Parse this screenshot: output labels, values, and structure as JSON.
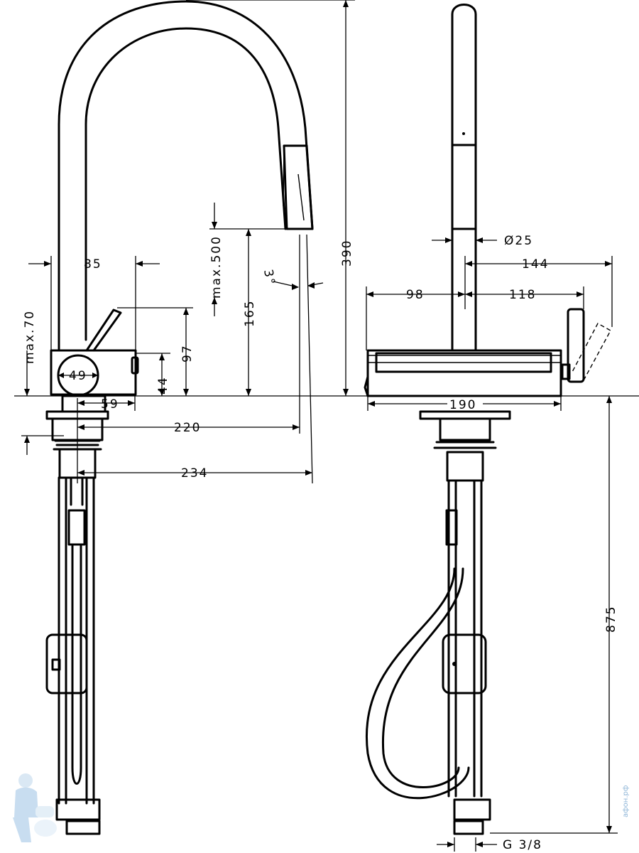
{
  "dimensions": {
    "top_width": "85",
    "max_70": "max.70",
    "body_diameter": "49",
    "lever_height": "97",
    "body_height": "44",
    "base_offset": "59",
    "max_500": "max.500",
    "spray_height": "165",
    "spray_angle": "3°",
    "total_height": "390",
    "reach_220": "220",
    "reach_234": "234",
    "tube_diameter": "Ø25",
    "side_144": "144",
    "side_98": "98",
    "side_118": "118",
    "base_190": "190",
    "hose_length": "875",
    "thread": "G 3/8"
  },
  "watermark": {
    "text": "афон.рф",
    "icon": "plumber-mascot-icon"
  }
}
